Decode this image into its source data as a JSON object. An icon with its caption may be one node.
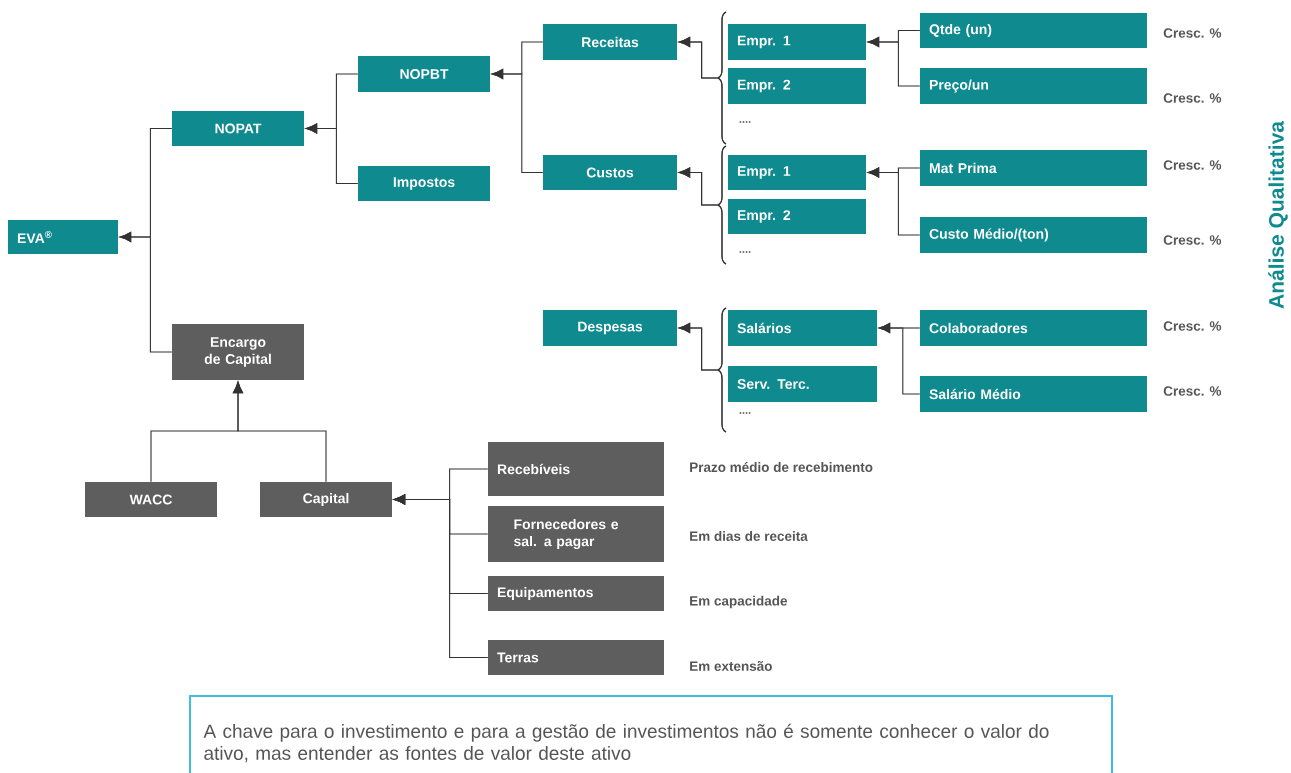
{
  "diagram": {
    "nodes": [
      {
        "text": [
          "EVA$^{®}$"
        ]
      },
      {
        "text": [
          "NOPAT"
        ]
      },
      {
        "text": [
          "NOPBT"
        ]
      },
      {
        "text": [
          "Impostos"
        ]
      },
      {
        "text": [
          "Receitas"
        ]
      },
      {
        "text": [
          "Custos"
        ]
      },
      {
        "text": [
          "Despesas"
        ]
      },
      {
        "text": [
          "Empr. 1"
        ]
      },
      {
        "text": [
          "Empr. 2"
        ]
      },
      {
        "text": [
          "Empr. 1"
        ]
      },
      {
        "text": [
          "Empr. 2"
        ]
      },
      {
        "text": [
          "Salários"
        ]
      },
      {
        "text": [
          "Serv.  Terc."
        ]
      },
      {
        "text": [
          "Qtde (un)"
        ],
        "beside": [
          "Cresc. %"
        ]
      },
      {
        "text": [
          "Preço/un"
        ],
        "beside": [
          "Cresc. %"
        ]
      },
      {
        "text": [
          "Mat Prima"
        ],
        "beside": [
          "Cresc. %"
        ]
      },
      {
        "text": [
          "Custo Médio/(ton)"
        ],
        "beside": [
          "Cresc. %"
        ]
      },
      {
        "text": [
          "Colaboradores"
        ],
        "beside": [
          "Cresc. %"
        ]
      },
      {
        "text": [
          "Salário Médio"
        ],
        "beside": [
          "Cresc. %"
        ]
      },
      {
        "text": [
          "Encargo de Capital"
        ]
      },
      {
        "text": [
          "WACC"
        ]
      },
      {
        "text": [
          "Capital"
        ]
      },
      {
        "text": [
          "Recebíveis"
        ],
        "beside": [
          "Prazo médio de recebimento"
        ]
      },
      {
        "text": [
          "Fornecedores e sal. a pagar"
        ],
        "beside": [
          "Em dias de receita"
        ]
      },
      {
        "text": [
          "Equipamentos"
        ],
        "beside": [
          "Em capacidade"
        ]
      },
      {
        "text": [
          "Terras"
        ],
        "beside": [
          "Em extensão"
        ]
      },
      {
        "text": [
          "A chave para o investimento e para a gestão de investimentos não é somente conhecer o valor do ativo, mas entender as fontes de valor deste ativo"
        ]
      }
    ],
    "edges": [
      {
        "from": 1,
        "to": 0,
        "arrow": "to"
      },
      {
        "from": 19,
        "to": 0,
        "arrow": "to"
      },
      {
        "from": 2,
        "to": 1,
        "arrow": "to"
      },
      {
        "from": 3,
        "to": 1,
        "arrow": "to"
      },
      {
        "from": 4,
        "to": 2,
        "arrow": "to"
      },
      {
        "from": 5,
        "to": 2,
        "arrow": "to"
      },
      {
        "from": 7,
        "to": 4,
        "arrow": "to"
      },
      {
        "from": 8,
        "to": 4,
        "arrow": "to"
      },
      {
        "from": 9,
        "to": 5,
        "arrow": "to"
      },
      {
        "from": 10,
        "to": 5,
        "arrow": "to"
      },
      {
        "from": 11,
        "to": 6,
        "arrow": "to"
      },
      {
        "from": 12,
        "to": 6,
        "arrow": "to"
      },
      {
        "from": 13,
        "to": 7,
        "arrow": "to"
      },
      {
        "from": 14,
        "to": 7,
        "arrow": "to"
      },
      {
        "from": 15,
        "to": 9,
        "arrow": "to"
      },
      {
        "from": 16,
        "to": 9,
        "arrow": "to"
      },
      {
        "from": 17,
        "to": 11,
        "arrow": "to"
      },
      {
        "from": 18,
        "to": 11,
        "arrow": "to"
      },
      {
        "from": 20,
        "to": 19,
        "arrow": "to"
      },
      {
        "from": 21,
        "to": 19,
        "arrow": "to"
      },
      {
        "from": 22,
        "to": 21,
        "arrow": "to"
      },
      {
        "from": 23,
        "to": 21,
        "arrow": "to"
      },
      {
        "from": 24,
        "to": 21,
        "arrow": "to"
      },
      {
        "from": 25,
        "to": 21,
        "arrow": "to"
      }
    ],
    "labels": [
      "....",
      "....",
      "....",
      "Análise Qualitativa"
    ]
  }
}
